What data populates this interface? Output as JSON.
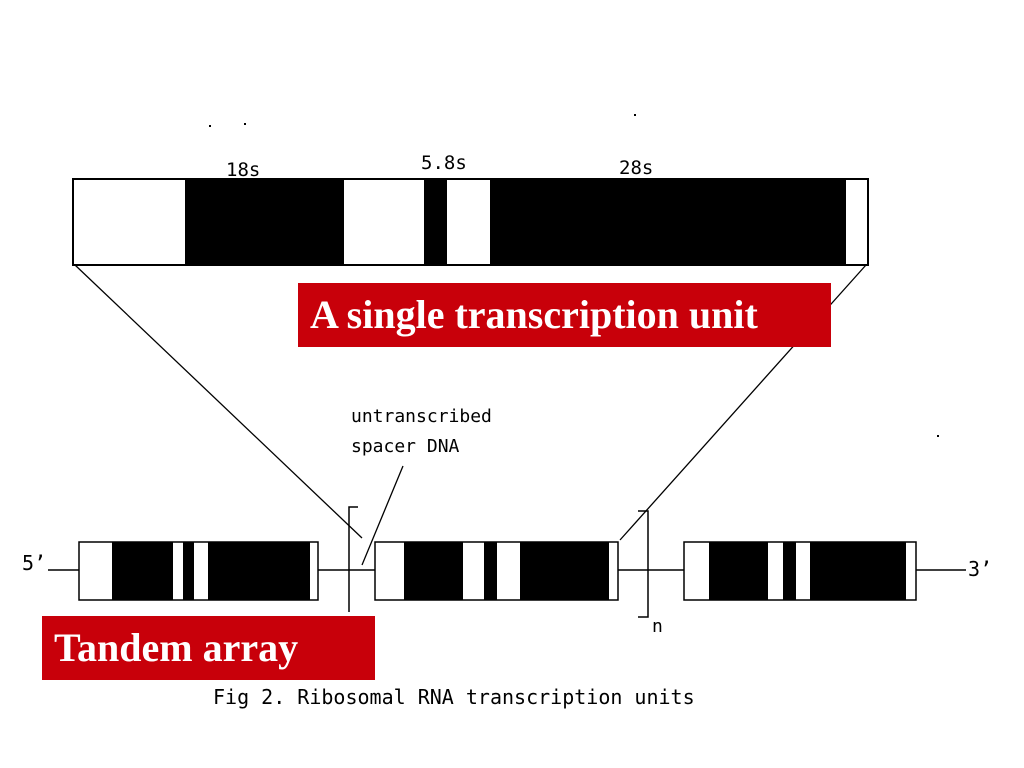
{
  "unit_labels": {
    "rrna_18s": "18s",
    "rrna_5_8s": "5.8s",
    "rrna_28s": "28s"
  },
  "spacer_label": {
    "line1": "untranscribed",
    "line2": "spacer DNA"
  },
  "strand_ends": {
    "five_prime": "5’",
    "three_prime": "3’"
  },
  "repeat_label": "n",
  "callouts": {
    "single_unit": "A single transcription unit",
    "tandem_array": "Tandem array"
  },
  "caption": "Fig 2. Ribosomal RNA transcription units",
  "colors": {
    "callout_background": "#c8000a",
    "callout_text": "#ffffff",
    "region": "#000000"
  }
}
